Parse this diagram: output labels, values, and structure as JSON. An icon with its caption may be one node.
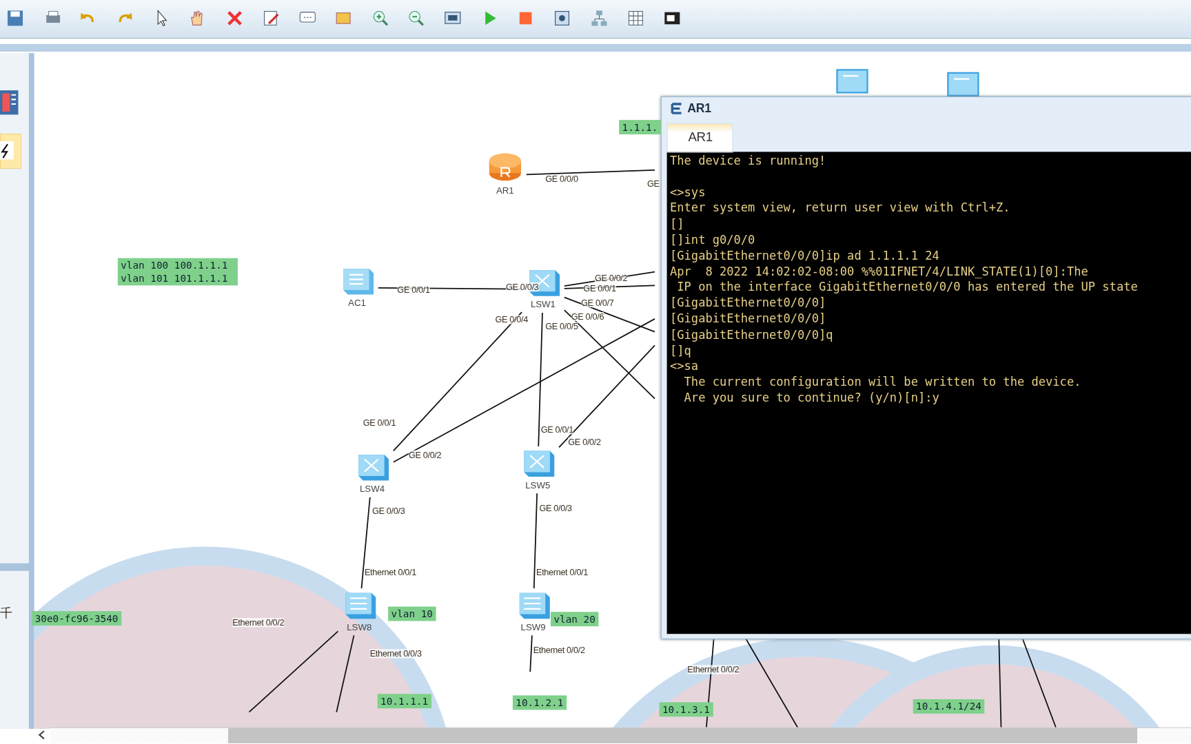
{
  "diagram": {
    "nodes": [
      {
        "text": [],
        "shape": "picture"
      },
      {
        "text": [],
        "shape": "picture"
      },
      {
        "text": [
          "AR1"
        ]
      },
      {
        "text": [
          "AC1"
        ]
      },
      {
        "text": [
          "LSW1"
        ]
      },
      {
        "text": [
          "LSW4"
        ]
      },
      {
        "text": [
          "LSW5"
        ]
      },
      {
        "text": [
          "LSW8"
        ]
      },
      {
        "text": [
          "LSW9"
        ]
      }
    ],
    "edges": [
      {
        "from": 2,
        "to": null,
        "arrow": "none"
      },
      {
        "from": 3,
        "to": 4,
        "arrow": "none"
      },
      {
        "from": 4,
        "to": null,
        "arrow": "none"
      },
      {
        "from": 4,
        "to": null,
        "arrow": "none"
      },
      {
        "from": 4,
        "to": null,
        "arrow": "none"
      },
      {
        "from": 4,
        "to": null,
        "arrow": "none"
      },
      {
        "from": 4,
        "to": 5,
        "arrow": "none"
      },
      {
        "from": 4,
        "to": 6,
        "arrow": "none"
      },
      {
        "from": 5,
        "to": null,
        "arrow": "none"
      },
      {
        "from": 6,
        "to": null,
        "arrow": "none"
      },
      {
        "from": 5,
        "to": 7,
        "arrow": "none"
      },
      {
        "from": 6,
        "to": 8,
        "arrow": "none"
      },
      {
        "from": 7,
        "to": null,
        "arrow": "none"
      },
      {
        "from": 7,
        "to": null,
        "arrow": "none"
      },
      {
        "from": 8,
        "to": null,
        "arrow": "none"
      }
    ],
    "labels": [
      "1.1.1.",
      "GE 0/0/0",
      "GE",
      "vlan 100 100.1.1.1 vlan 101 101.1.1.1",
      "GE 0/0/1",
      "GE 0/0/3",
      "GE 0/0/2",
      "GE 0/0/1",
      "GE 0/0/7",
      "GE 0/0/6",
      "GE 0/0/4",
      "GE 0/0/5",
      "GE 0/0/1",
      "GE 0/0/1",
      "GE 0/0/2",
      "GE 0/0/2",
      "GE 0/0/3",
      "GE 0/0/3",
      "Ethernet 0/0/1",
      "Ethernet 0/0/1",
      "千",
      "30e0-fc96-3540",
      "vlan 10",
      "vlan 20",
      "Ethernet 0/0/2",
      "Ethernet 0/0/3",
      "Ethernet 0/0/2",
      "Ethernet 0/0/2",
      "10.1.1.1",
      "10.1.2.1",
      "10.1.3.1",
      "10.1.4.1/24",
      "AR1",
      "AR1",
      "The device is running!",
      "<>sys",
      "Enter system view, return user view with Ctrl+Z.",
      "[]",
      "[]int g0/0/0",
      "[GigabitEthernet0/0/0]ip ad 1.1.1.1 24",
      "Apr  8 2022 14:02:02-08:00 %%01IFNET/4/LINK_STATE(1)[0]:The",
      " IP on the interface GigabitEthernet0/0/0 has entered the UP state",
      "[GigabitEthernet0/0/0]",
      "[GigabitEthernet0/0/0]",
      "[GigabitEthernet0/0/0]q",
      "[]q",
      "<>sa",
      "  The current configuration will be written to the device.",
      "  Are you sure to continue? (y/n)[n]:y"
    ]
  }
}
